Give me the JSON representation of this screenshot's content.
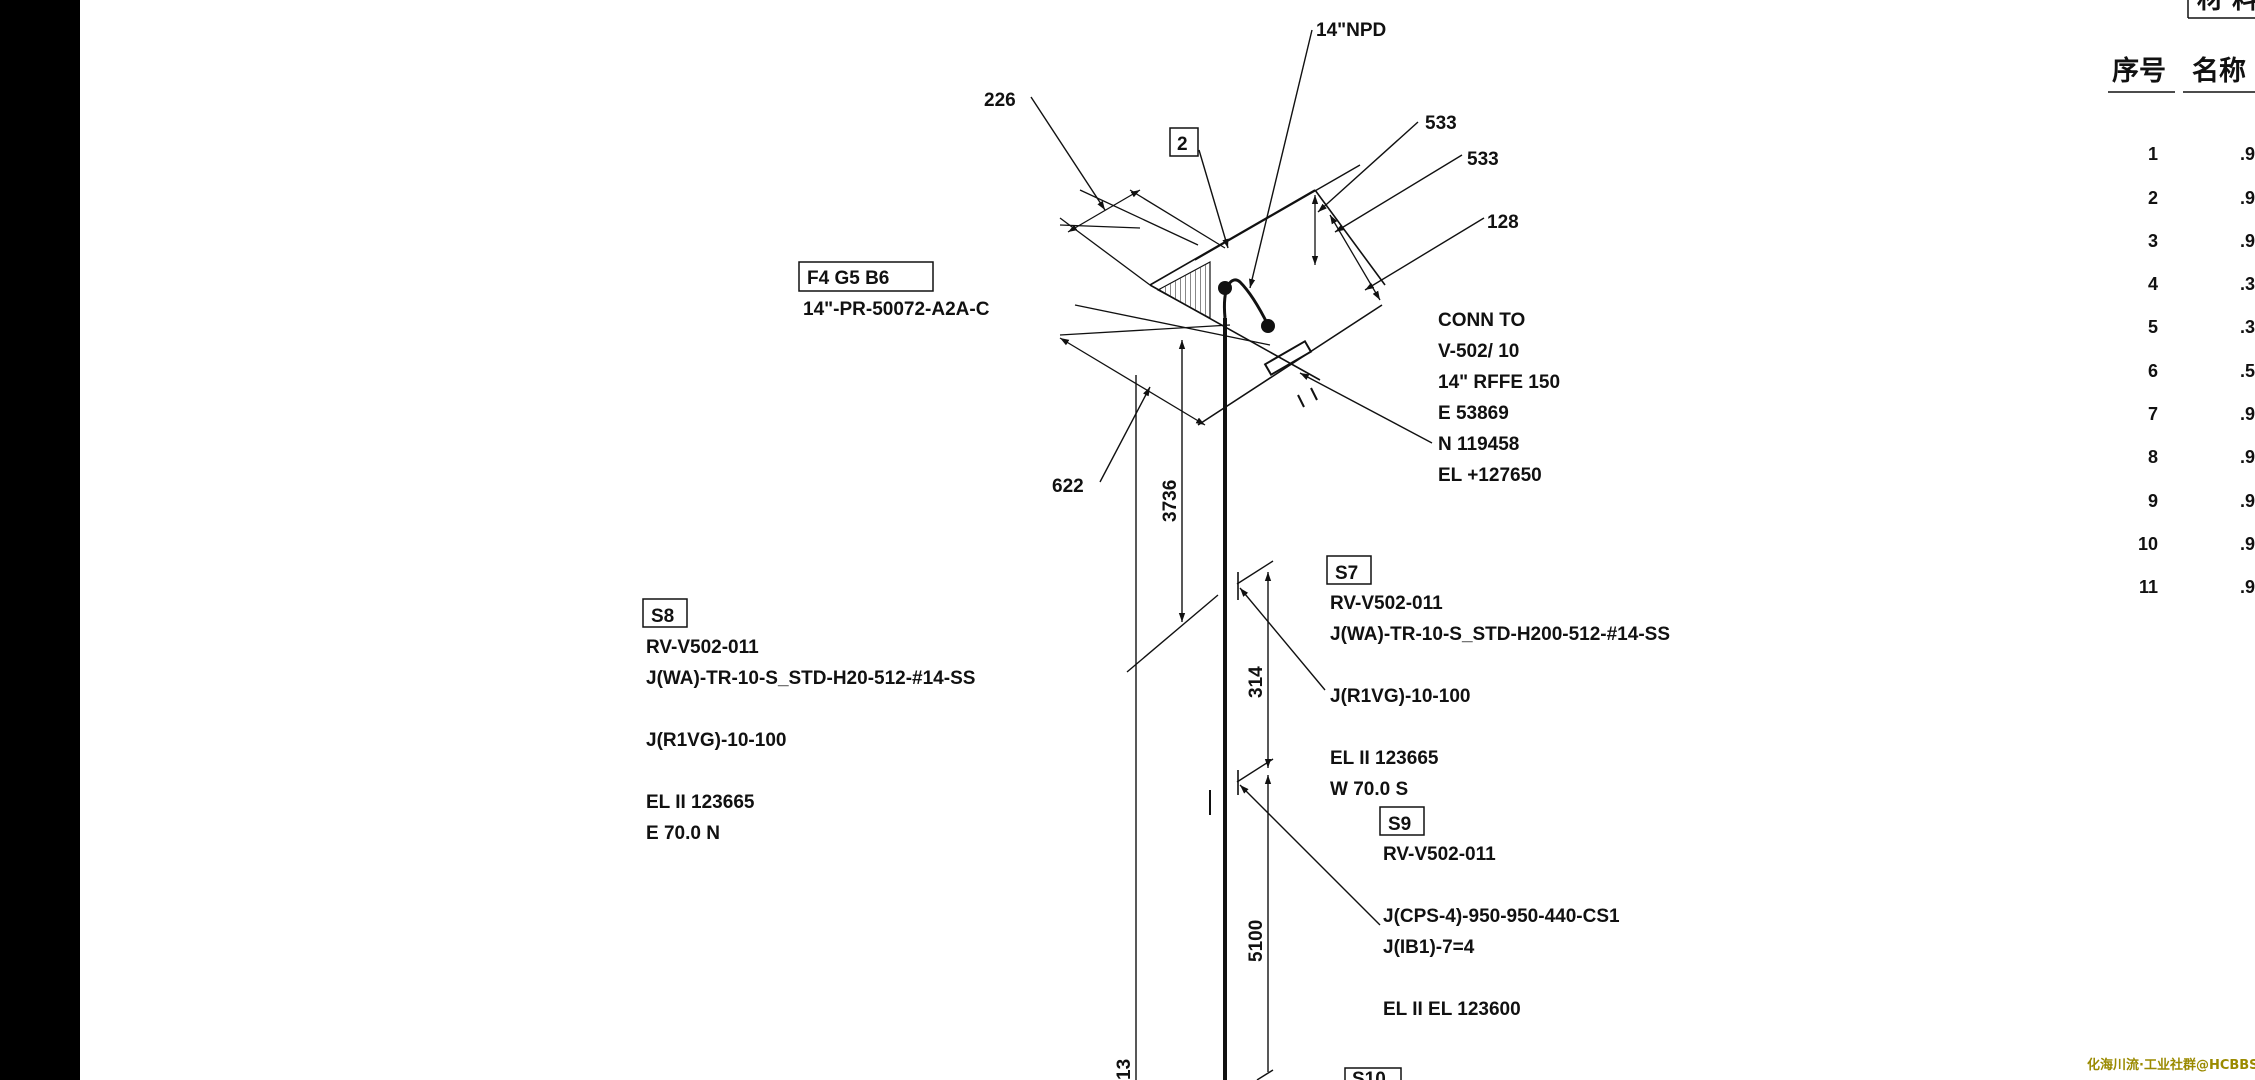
{
  "labels": {
    "npd": "14\"NPD",
    "dim_226": "226",
    "tag_2": "2",
    "dim_533_a": "533",
    "dim_533_b": "533",
    "dim_128": "128",
    "line_tag_top": "F4 G5 B6",
    "line_tag_bottom": "14\"-PR-50072-A2A-C",
    "dim_622": "622",
    "dim_3736": "3736",
    "dim_314": "314",
    "dim_5100": "5100",
    "dim_partial_bottom": "13"
  },
  "conn": [
    "CONN TO",
    "V-502/ 10",
    "14\" RFFE 150",
    "E 53869",
    "N 119458",
    "EL +127650"
  ],
  "s8": {
    "tag": "S8",
    "lines": [
      "RV-V502-011",
      "J(WA)-TR-10-S_STD-H20-512-#14-SS",
      "",
      "J(R1VG)-10-100",
      "",
      "EL II 123665",
      "E 70.0 N"
    ]
  },
  "s7": {
    "tag": "S7",
    "lines": [
      "RV-V502-011",
      "J(WA)-TR-10-S_STD-H200-512-#14-SS",
      "",
      "J(R1VG)-10-100",
      "",
      "EL II 123665",
      "W 70.0 S"
    ]
  },
  "s9": {
    "tag": "S9",
    "lines": [
      "RV-V502-011",
      "",
      "J(CPS-4)-950-950-440-CS1",
      "J(IB1)-7=4",
      "",
      "EL II EL 123600"
    ]
  },
  "s10": {
    "tag": "S10"
  },
  "table": {
    "title_partial": "材 料",
    "headers": [
      "序号",
      "名称"
    ],
    "rows": [
      {
        "num": "1",
        "val": ".9"
      },
      {
        "num": "2",
        "val": ".9"
      },
      {
        "num": "3",
        "val": ".9"
      },
      {
        "num": "4",
        "val": ".3"
      },
      {
        "num": "5",
        "val": ".3"
      },
      {
        "num": "6",
        "val": ".5"
      },
      {
        "num": "7",
        "val": ".9"
      },
      {
        "num": "8",
        "val": ".9"
      },
      {
        "num": "9",
        "val": ".9"
      },
      {
        "num": "10",
        "val": ".9"
      },
      {
        "num": "11",
        "val": ".9"
      }
    ]
  },
  "watermark": "化海川流·工业社群@HCBBS"
}
